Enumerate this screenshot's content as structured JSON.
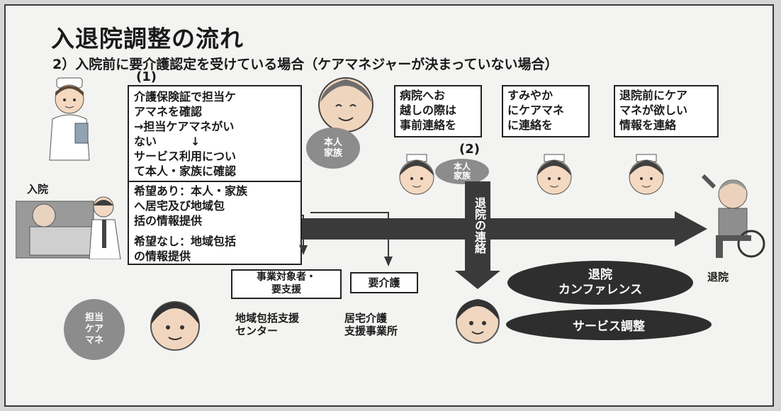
{
  "title": "入退院調整の流れ",
  "subtitle": "2）入院前に要介護認定を受けている場合（ケアマネジャーが決まっていない場合）",
  "step1_label": "(1)",
  "step2_label": "(2)",
  "step1_box": {
    "lines": [
      "介護保険証で担当ケ",
      "アマネを確認",
      "→担当ケアマネがい",
      "ない　　　↓",
      "サービス利用につい",
      "て本人・家族に確認"
    ],
    "hope_yes": [
      "希望あり：本人・家族",
      "へ居宅及び地域包",
      "括の情報提供"
    ],
    "hope_no": [
      "希望なし：地域包括",
      "の情報提供"
    ]
  },
  "admission_label": "入院",
  "discharge_label": "退院",
  "person_family_badge_1": "本人\n家族",
  "person_family_badge_2": "本人\n家族",
  "care_manager_badge": "担当\nケア\nマネ",
  "notes": [
    [
      "病院へお",
      "越しの際は",
      "事前連絡を"
    ],
    [
      "すみやか",
      "にケアマネ",
      "に連絡を"
    ],
    [
      "退院前にケア",
      "マネが欲しい",
      "情報を連絡"
    ]
  ],
  "discharge_contact": "退院の連絡",
  "support_box_1": [
    "事業対象者・",
    "要支援"
  ],
  "support_box_2": "要介護",
  "center_1": [
    "地域包括支援",
    "センター"
  ],
  "center_2": [
    "居宅介護",
    "支援事業所"
  ],
  "conference": [
    "退院",
    "カンファレンス"
  ],
  "service_adjustment": "サービス調整",
  "colors": {
    "arrow": "#3a3a3a",
    "badge": "#8c8c8c",
    "ellipse_dark": "#2e2e2e",
    "bg": "#f3f3f1"
  }
}
